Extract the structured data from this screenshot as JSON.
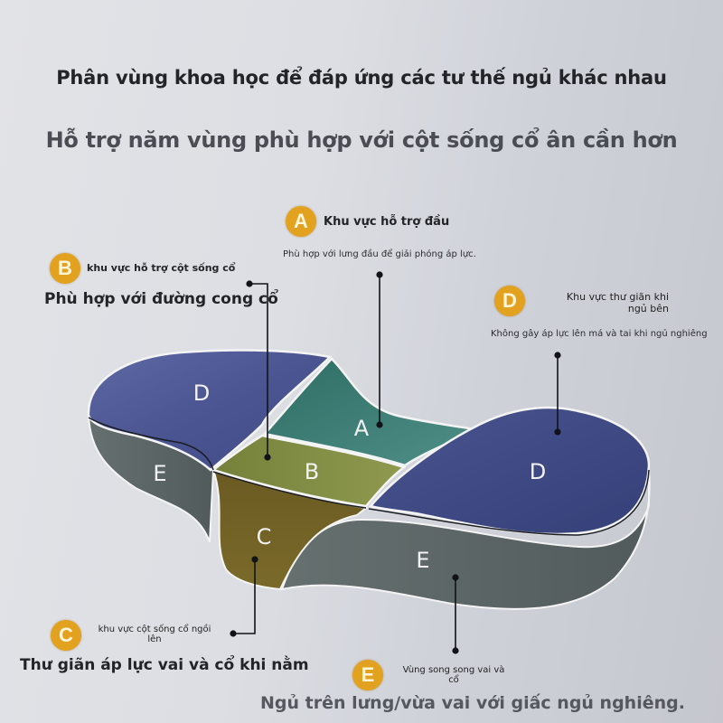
{
  "header": {
    "title": "Phân vùng khoa học để đáp ứng các tư thế ngủ khác nhau",
    "subtitle": "Hỗ trợ năm vùng phù hợp với cột sống cổ ân cần hơn"
  },
  "colors": {
    "badge": "#e2a11f",
    "zone_a": "#3f7f76",
    "zone_b": "#7f8a3a",
    "zone_c": "#6b5a22",
    "zone_d": "#4a5591",
    "zone_e": "#5b6566"
  },
  "zones": {
    "a": {
      "badge": "A",
      "name": "Khu vực hỗ trợ đầu",
      "desc": "Phù hợp với lưng đầu để giải phóng áp lực.",
      "pillow_label": "A"
    },
    "b": {
      "badge": "B",
      "name": "khu vực hỗ trợ cột sống cổ",
      "desc": "Phù hợp với đường cong cổ",
      "pillow_label": "B"
    },
    "c": {
      "badge": "C",
      "name_line1": "khu vực cột sống cổ ngồi",
      "name_line2": "lên",
      "desc": "Thư giãn áp lực vai và cổ khi nằm",
      "pillow_label": "C"
    },
    "d": {
      "badge": "D",
      "name_line1": "Khu vực thư giãn khi",
      "name_line2": "ngủ bên",
      "desc": "Không gây áp lực lên má và tai khi ngủ nghiêng",
      "pillow_label_left": "D",
      "pillow_label_right": "D"
    },
    "e": {
      "badge": "E",
      "name_line1": "Vùng song song vai và",
      "name_line2": "cổ",
      "desc": "Ngủ trên lưng/vừa vai với giấc ngủ nghiêng.",
      "pillow_label_left": "E",
      "pillow_label_right": "E"
    }
  }
}
